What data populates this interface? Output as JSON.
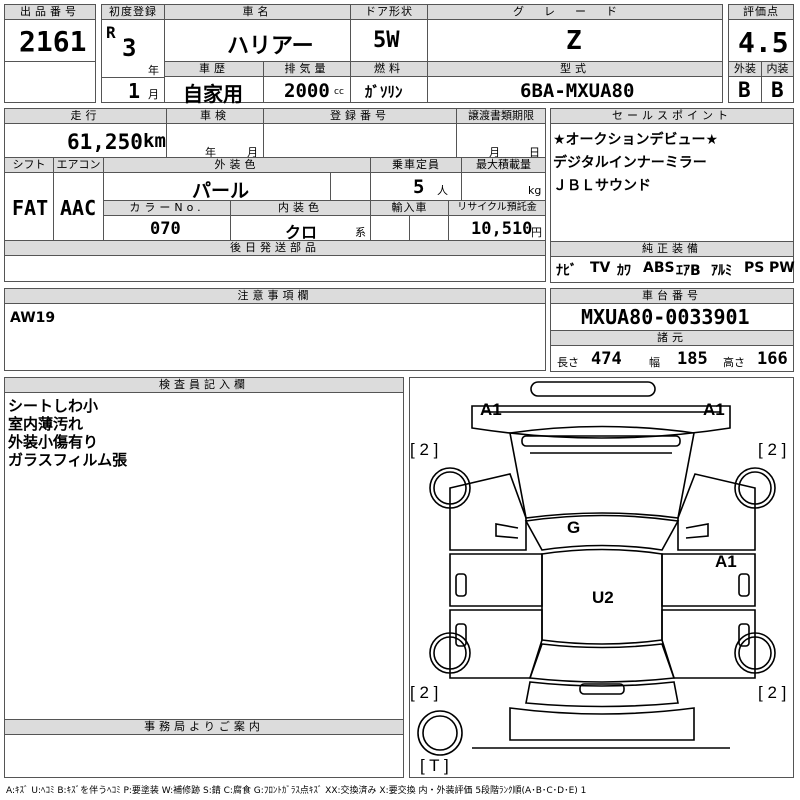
{
  "header": {
    "lot_no_label": "出品番号",
    "lot_no": "2161",
    "first_reg_label": "初度登録",
    "era": "R",
    "year": "3",
    "year_unit": "年",
    "month": "1",
    "month_unit": "月",
    "car_name_label": "車名",
    "car_name": "ハリアー",
    "door_label": "ドア形状",
    "door": "5W",
    "grade_label": "グレード",
    "grade": "Z",
    "score_label": "評価点",
    "score": "4.5",
    "history_label": "車歴",
    "history": "自家用",
    "displacement_label": "排気量",
    "displacement": "2000",
    "displacement_unit": "cc",
    "fuel_label": "燃料",
    "fuel": "ｶﾞｿﾘﾝ",
    "model_label": "型式",
    "model": "6BA-MXUA80",
    "exterior_label": "外装",
    "exterior": "B",
    "interior_label": "内装",
    "interior": "B"
  },
  "specs": {
    "mileage_label": "走行",
    "mileage": "61,250",
    "mileage_unit": "km",
    "inspection_label": "車検",
    "inspection_year_unit": "年",
    "inspection_month_unit": "月",
    "plate_label": "登録番号",
    "transfer_label": "譲渡書類期限",
    "transfer_month_unit": "月",
    "transfer_day_unit": "日",
    "shift_label": "シフト",
    "shift": "FAT",
    "ac_label": "エアコン",
    "ac": "AAC",
    "exterior_color_label": "外装色",
    "exterior_color": "パール",
    "capacity_label": "乗車定員",
    "capacity": "5",
    "capacity_unit": "人",
    "max_load_label": "最大積載量",
    "max_load_unit": "kg",
    "color_no_label": "カラーNo.",
    "color_no": "070",
    "interior_color_label": "内装色",
    "interior_color": "クロ",
    "interior_color_unit": "系",
    "import_label": "輸入車",
    "recycle_label": "リサイクル預託金",
    "recycle": "10,510",
    "recycle_unit": "円",
    "later_parts_label": "後日発送部品"
  },
  "selling_points": {
    "label": "セールスポイント",
    "lines": [
      "★オークションデビュー★",
      "デジタルインナーミラー",
      "ＪＢＬサウンド"
    ]
  },
  "equipment": {
    "label": "純正装備",
    "items": [
      "ﾅﾋﾞ",
      "TV",
      "ｶﾜ",
      "ABS",
      "ｴｱB",
      "ｱﾙﾐ",
      "PS",
      "PW"
    ]
  },
  "notes": {
    "label": "注意事項欄",
    "text": "AW19"
  },
  "chassis": {
    "label": "車台番号",
    "number": "MXUA80-0033901",
    "dims_label": "諸元",
    "length_label": "長さ",
    "length": "474",
    "width_label": "幅",
    "width": "185",
    "height_label": "高さ",
    "height": "166"
  },
  "inspector": {
    "label": "検査員記入欄",
    "lines": [
      "シートしわ小",
      "室内薄汚れ",
      "外装小傷有り",
      "ガラスフィルム張"
    ]
  },
  "office": {
    "label": "事務局よりご案内"
  },
  "diagram": {
    "marks": [
      "A1",
      "A1",
      "[ 2 ]",
      "[ 2 ]",
      "G",
      "A1",
      "U2",
      "[ 2 ]",
      "[ 2 ]",
      "[ T ]"
    ]
  },
  "legend": "A:ｷｽﾞ U:ﾍｺﾐ B:ｷｽﾞを伴うﾍｺﾐ P:要塗装 W:補修跡 S:錆 C:腐食 G:ﾌﾛﾝﾄｶﾞﾗｽ点ｷｽﾞ XX:交換済み X:要交換 内・外装評価 5段階ﾗﾝｸ順(A･B･C･D･E) 1"
}
